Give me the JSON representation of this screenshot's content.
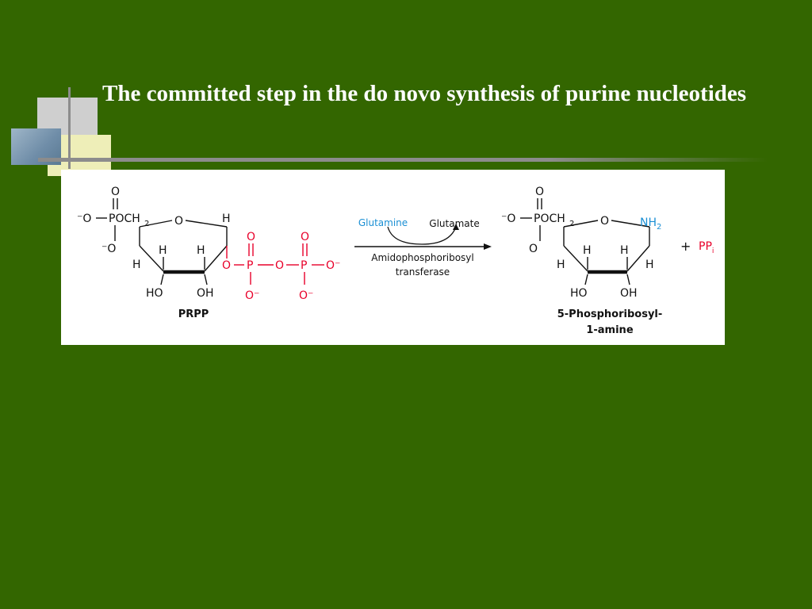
{
  "slide": {
    "title": "The committed step in the do novo synthesis of purine nucleotides"
  },
  "reaction": {
    "substrate_name": "PRPP",
    "enzyme_line1": "Amidophosphoribosyl",
    "enzyme_line2": "transferase",
    "co_substrate": "Glutamine",
    "co_product": "Glutamate",
    "product_name_line1": "5-Phosphoribosyl-",
    "product_name_line2": "1-amine",
    "byproduct_plus": "+",
    "byproduct": "PP",
    "byproduct_sub": "i",
    "amine_group": "NH",
    "amine_sub": "2"
  },
  "colors": {
    "background": "#336600",
    "title": "#ffffff",
    "panel": "#ffffff",
    "pyrophosphate": "#e8002a",
    "glutamine_arrow": "#1a8fd4"
  }
}
